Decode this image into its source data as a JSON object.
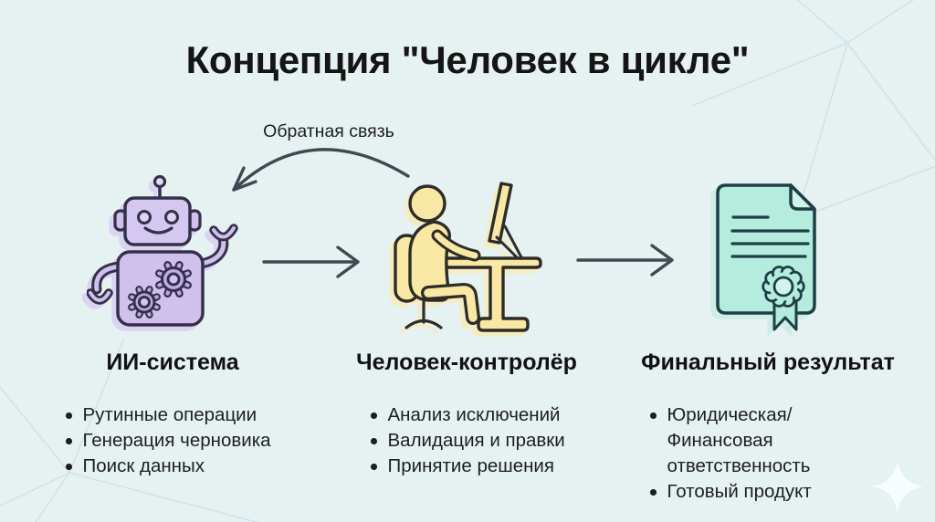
{
  "title": "Концепция \"Человек в цикле\"",
  "feedback_arrow": {
    "label": "Обратная связь"
  },
  "columns": [
    {
      "id": "ai-system",
      "header": "ИИ-система",
      "icon": "robot-icon",
      "accent_color": "#cfc0ec",
      "items": [
        "Рутинные операции",
        "Генерация черновика",
        "Поиск данных"
      ]
    },
    {
      "id": "human-controller",
      "header": "Человек-контролёр",
      "icon": "person-at-computer-icon",
      "accent_color": "#f9e8a4",
      "items": [
        "Анализ исключений",
        "Валидация и правки",
        "Принятие решения"
      ]
    },
    {
      "id": "final-result",
      "header": "Финальный результат",
      "icon": "certificate-document-icon",
      "accent_color": "#b4eddd",
      "items": [
        "Юридическая/Финансовая ответственность",
        "Готовый продукт"
      ]
    }
  ],
  "decor": {
    "background_color": "#e6f2f1",
    "arrow_color": "#3e4a52",
    "sparkle_icon": "four-point-sparkle-icon",
    "outline_colors": {
      "robot": "#35304a",
      "person": "#2e2c28",
      "document": "#1f3e45"
    }
  }
}
